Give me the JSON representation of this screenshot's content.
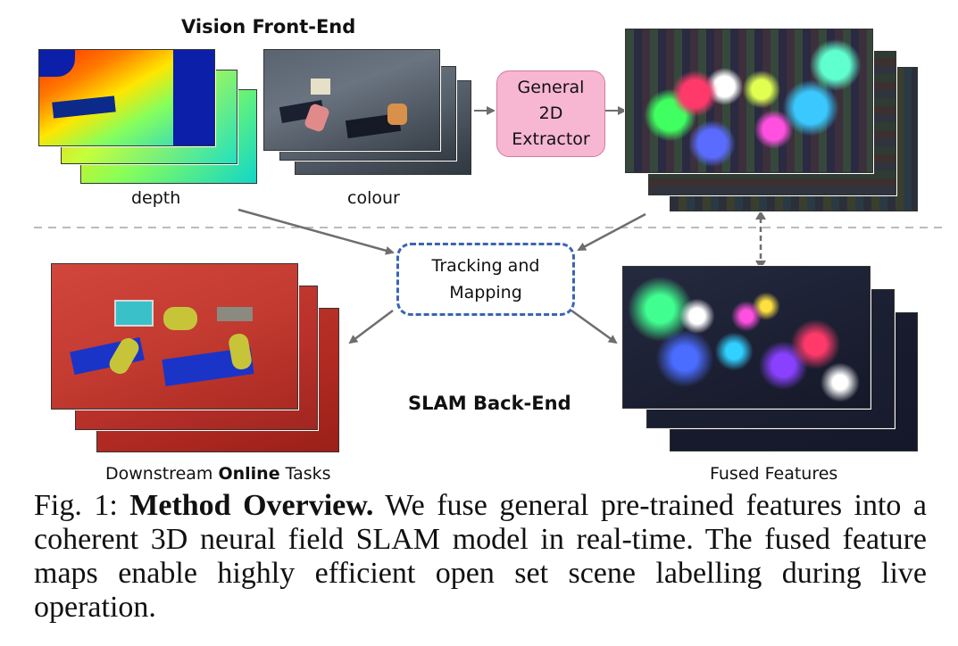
{
  "heading_front_end": "Vision Front-End",
  "heading_back_end": "SLAM Back-End",
  "label_depth": "depth",
  "label_colour": "colour",
  "extractor": {
    "line1": "General",
    "line2": "2D",
    "line3": "Extractor"
  },
  "tracking": {
    "line1": "Tracking and",
    "line2": "Mapping"
  },
  "label_downstream_pre": "Downstream ",
  "label_downstream_bold": "Online",
  "label_downstream_post": " Tasks",
  "label_fused": "Fused Features",
  "caption": {
    "prefix": "Fig. 1: ",
    "bold": "Method Overview.",
    "text": " We fuse general pre-trained features into a coherent 3D neural field SLAM model in real-time. The fused feature maps enable highly efficient open set scene labelling during live operation."
  },
  "colors": {
    "arrow": "#6e6e6e",
    "dashed_box": "#3c64b4",
    "extractor_fill": "#f7b6d2",
    "divider": "#bbbbbb"
  }
}
